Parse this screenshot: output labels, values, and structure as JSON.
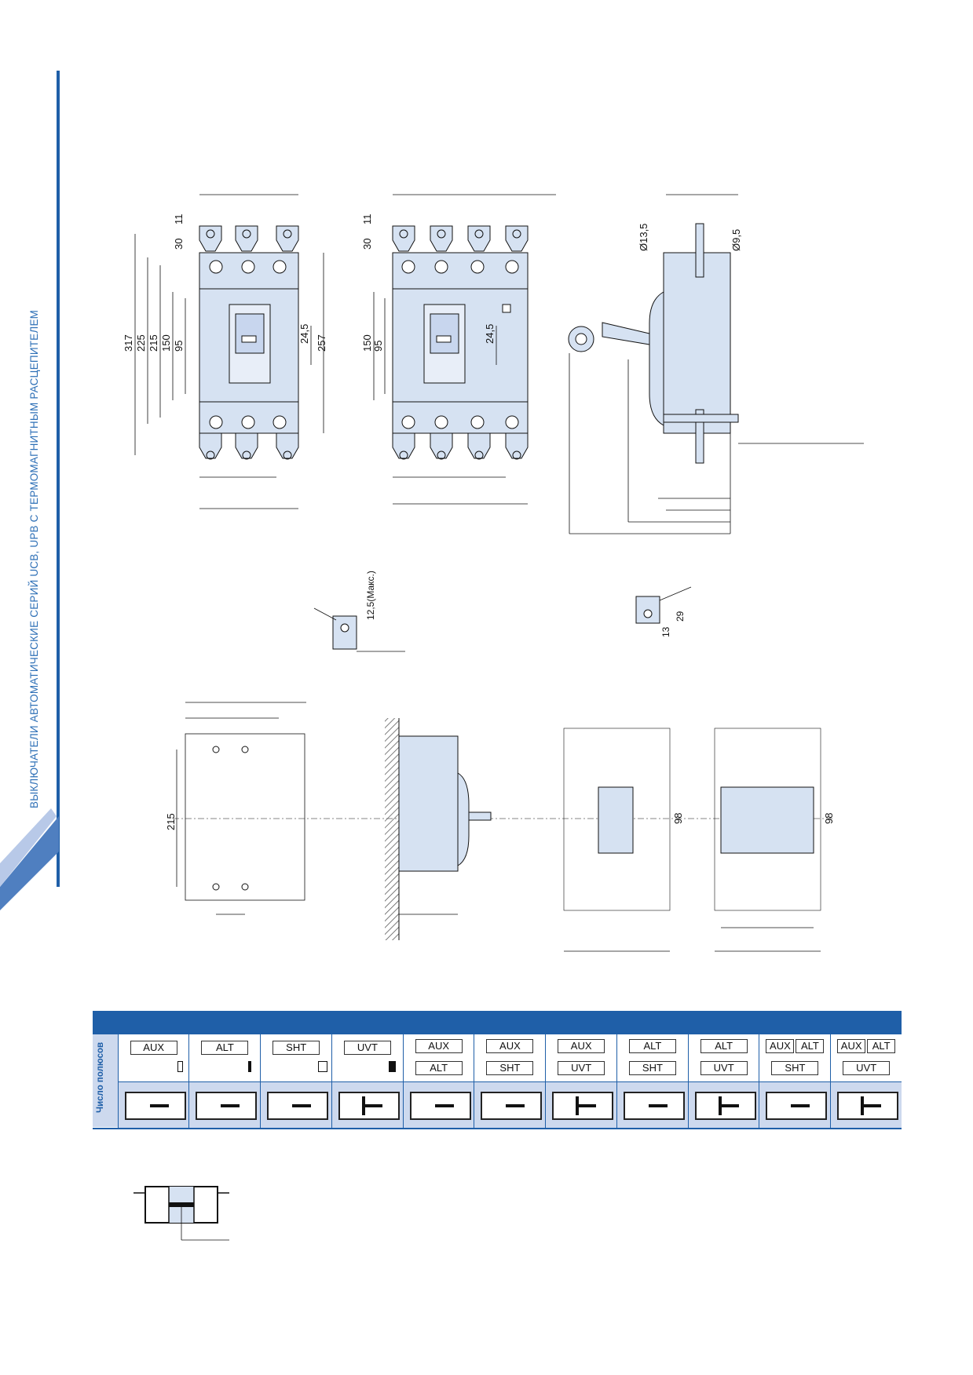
{
  "side_title": "ВЫКЛЮЧАТЕЛИ АВТОМАТИЧЕСКИЕ СЕРИЙ UCB, UPB С ТЕРМОМАГНИТНЫМ РАСЦЕПИТЕЛЕМ",
  "dims_front3": {
    "d317": "317",
    "d225": "225",
    "d215": "215",
    "d150": "150",
    "d95": "95",
    "d30": "30",
    "d11": "11",
    "d245": "24,5",
    "d257": "257"
  },
  "dims_front4": {
    "d150": "150",
    "d95": "95",
    "d30": "30",
    "d11": "11",
    "d245": "24,5"
  },
  "dims_side": {
    "d135": "Ø13,5",
    "d95": "Ø9,5"
  },
  "dims_detail": {
    "max": "12,5(Макс.)",
    "d13": "13",
    "d29": "29"
  },
  "dims_panel": {
    "d215": "215",
    "d98a": "98",
    "d98b": "98"
  },
  "table": {
    "poles_label": "Число полюсов",
    "columns": [
      {
        "top": "AUX",
        "bottom": ""
      },
      {
        "top": "ALT",
        "bottom": ""
      },
      {
        "top": "SHT",
        "bottom": ""
      },
      {
        "top": "UVT",
        "bottom": ""
      },
      {
        "top": "AUX",
        "bottom": "ALT"
      },
      {
        "top": "AUX",
        "bottom": "SHT"
      },
      {
        "top": "AUX",
        "bottom": "UVT"
      },
      {
        "top": "ALT",
        "bottom": "SHT"
      },
      {
        "top": "ALT",
        "bottom": "UVT"
      },
      {
        "top": "AUX",
        "top2": "ALT",
        "bottom": "SHT"
      },
      {
        "top": "AUX",
        "top2": "ALT",
        "bottom": "UVT"
      }
    ]
  },
  "colors": {
    "accent": "#1f5fa8",
    "part_fill": "#d6e2f2",
    "cell_fill": "#cdd9ee"
  }
}
